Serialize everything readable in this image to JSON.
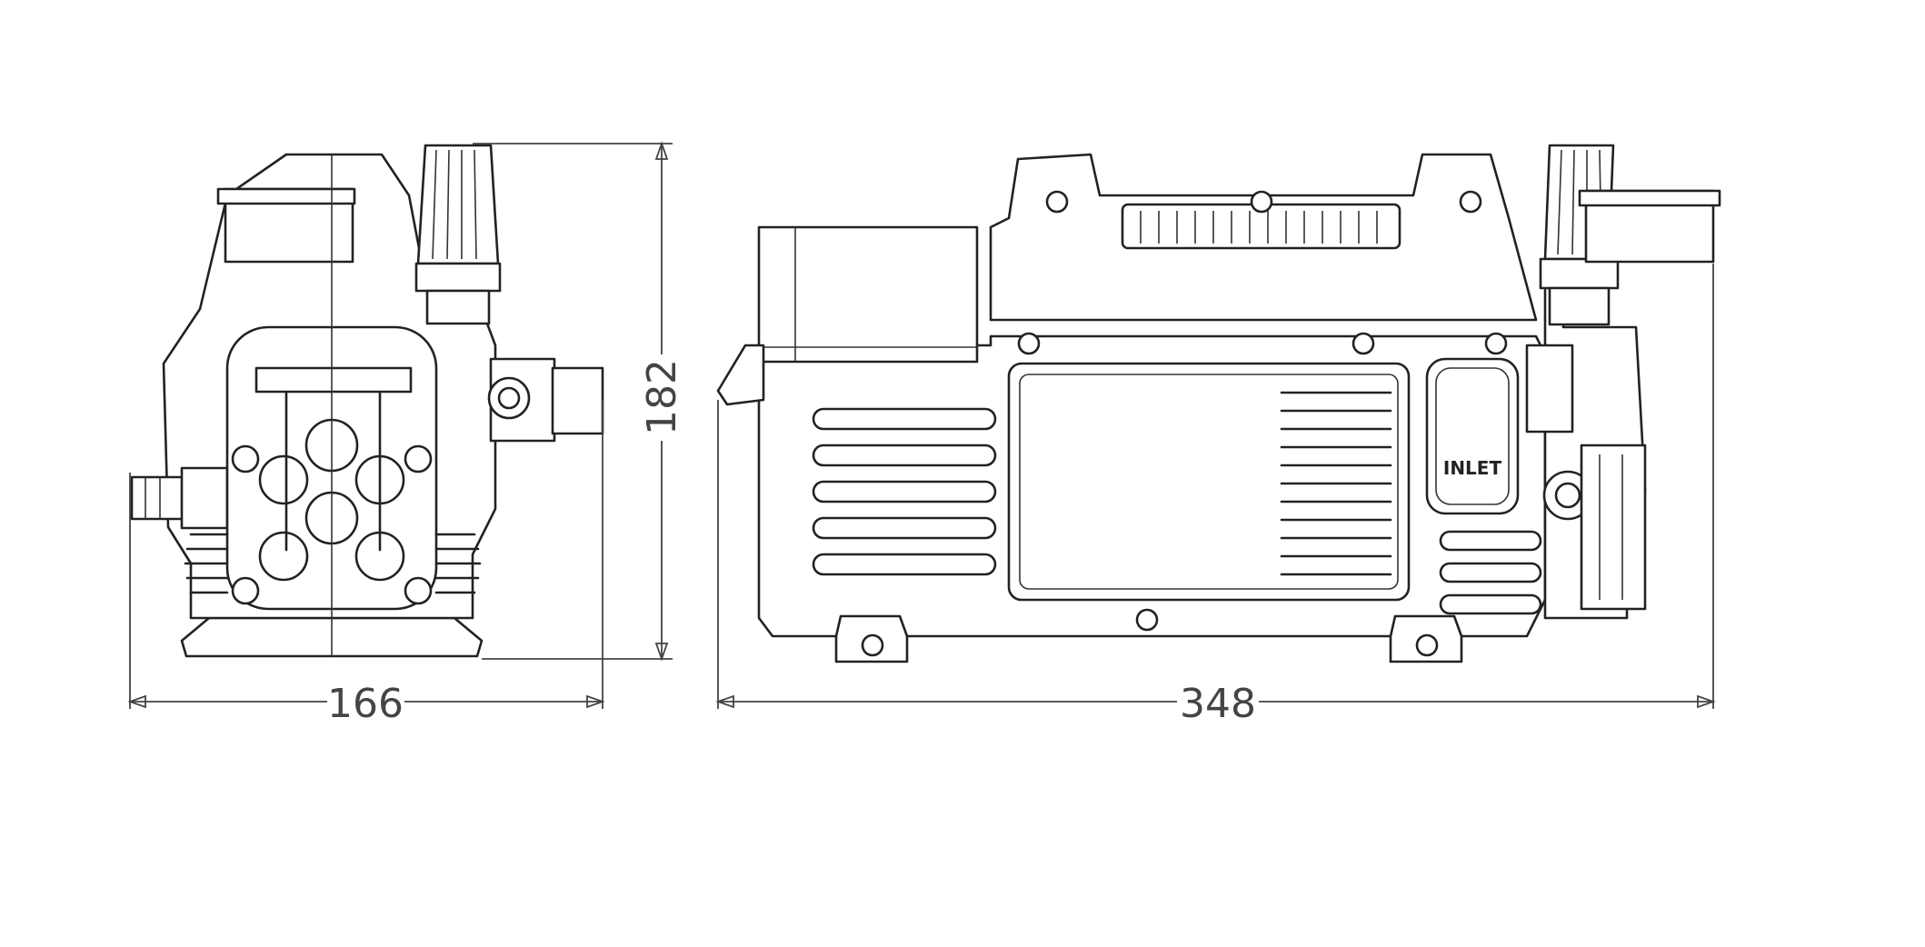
{
  "dimensions": {
    "width_side": "166",
    "width_front": "348",
    "height": "182"
  },
  "labels": {
    "inlet": "INLET"
  },
  "colors": {
    "line": "#222222",
    "dimension": "#444444",
    "background": "#ffffff"
  }
}
